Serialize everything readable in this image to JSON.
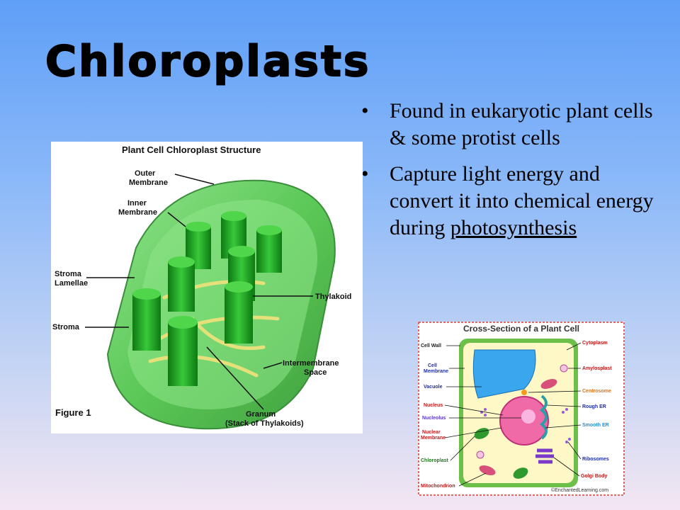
{
  "slide": {
    "title": "Chloroplasts",
    "bullets": [
      {
        "text": "Found in eukaryotic plant cells & some protist cells"
      },
      {
        "text": "Capture light energy and convert it into chemical energy during ",
        "underlined": "photosynthesis"
      }
    ],
    "bullet_glyph": "•"
  },
  "figure_chloroplast": {
    "title": "Plant Cell Chloroplast Structure",
    "caption": "Figure 1",
    "labels": {
      "outer": [
        "Outer",
        "Membrane"
      ],
      "inner": [
        "Inner",
        "Membrane"
      ],
      "stroma_lamellae": [
        "Stroma",
        "Lamellae"
      ],
      "stroma": "Stroma",
      "thylakoid": "Thylakoid",
      "intermembrane": [
        "Intermembrane",
        "Space"
      ],
      "granum": [
        "Granum",
        "(Stack of Thylakoids)"
      ]
    }
  },
  "figure_plant_cell": {
    "title": "Cross-Section of a Plant Cell",
    "copyright": "©EnchantedLearning.com",
    "left_labels": {
      "cell_wall": "Cell Wall",
      "cell_membrane": [
        "Cell",
        "Membrane"
      ],
      "vacuole": "Vacuole",
      "nucleus": "Nucleus",
      "nucleolus": "Nucleolus",
      "nuclear_membrane": [
        "Nuclear",
        "Membrane"
      ],
      "chloroplast": "Chloroplast",
      "mitochondrion": "Mitochondrion"
    },
    "right_labels": {
      "cytoplasm": "Cytoplasm",
      "amylosplast": "Amylosplast",
      "centrosome": "Centrosome",
      "rough_er": "Rough ER",
      "smooth_er": "Smooth ER",
      "ribosomes": "Ribosomes",
      "golgi": "Golgi Body"
    }
  }
}
